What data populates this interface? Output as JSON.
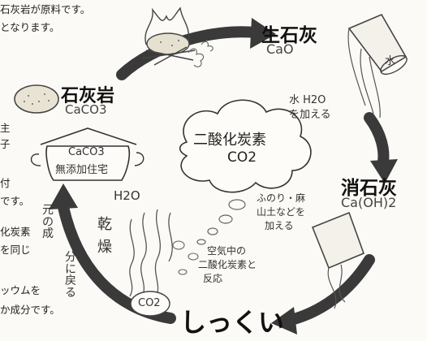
{
  "left_text": {
    "line1": "石灰岩が原料です。",
    "line2": "となります。",
    "frag_a": "主",
    "frag_b": "子",
    "frag_c": "付",
    "line3": "です。",
    "line4": "化炭素",
    "line5": "を同じ",
    "line6": "ッウムを",
    "line7": "か成分です。"
  },
  "nodes": {
    "limestone": {
      "name": "石灰岩",
      "formula": "CaCO3"
    },
    "quicklime": {
      "name": "生石灰",
      "formula": "CaO"
    },
    "slaked_lime": {
      "name": "消石灰",
      "formula": "Ca(OH)2"
    },
    "plaster": {
      "name": "しっくい"
    }
  },
  "house": {
    "formula": "CaCO3",
    "label": "無添加住宅"
  },
  "cloud": {
    "line1": "二酸化炭素",
    "line2": "CO2"
  },
  "bucket_label": "水",
  "water_note": {
    "line1": "水 H2O",
    "line2": "を加える"
  },
  "additive_note": {
    "line1": "ふのり・麻",
    "line2": "山土などを",
    "line3": "加える"
  },
  "co2_note": {
    "line1": "空気中の",
    "line2": "二酸化炭素と",
    "line3": "反応"
  },
  "dry": {
    "h2o": "H2O",
    "char1": "乾",
    "char2": "燥"
  },
  "return_text": [
    "元",
    "の",
    "成",
    "分",
    "に",
    "戻",
    "る"
  ],
  "co2_small": "CO2"
}
